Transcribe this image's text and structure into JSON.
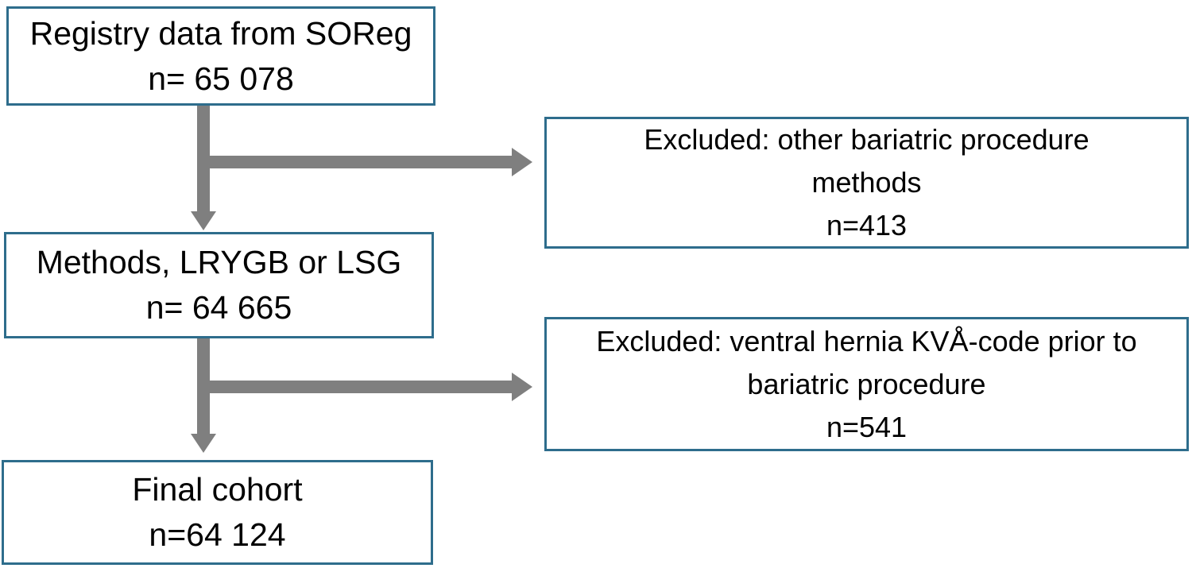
{
  "diagram": {
    "type": "flowchart",
    "description": "Study cohort selection flow diagram",
    "colors": {
      "box_border": "#2e6d8c",
      "box_fill": "#ffffff",
      "arrow": "#7f7f7f",
      "text": "#000000",
      "background": "#ffffff"
    },
    "main_boxes": [
      {
        "id": "registry",
        "lines": [
          "Registry data from SOReg",
          "n= 65 078"
        ],
        "n": 65078
      },
      {
        "id": "methods",
        "lines": [
          "Methods, LRYGB or LSG",
          "n= 64 665"
        ],
        "n": 64665
      },
      {
        "id": "final",
        "lines": [
          "Final cohort",
          "n=64 124"
        ],
        "n": 64124
      }
    ],
    "exclusion_boxes": [
      {
        "id": "excluded-other-methods",
        "lines": [
          "Excluded: other bariatric procedure",
          "methods",
          "n=413"
        ],
        "n": 413
      },
      {
        "id": "excluded-ventral-hernia",
        "lines": [
          "Excluded: ventral hernia KVÅ-code prior to",
          "bariatric procedure",
          "n=541"
        ],
        "n": 541
      }
    ],
    "arrows": [
      {
        "id": "registry-to-methods",
        "direction": "down"
      },
      {
        "id": "registry-to-excluded-other-methods",
        "direction": "right"
      },
      {
        "id": "methods-to-final",
        "direction": "down"
      },
      {
        "id": "methods-to-excluded-ventral-hernia",
        "direction": "right"
      }
    ]
  }
}
